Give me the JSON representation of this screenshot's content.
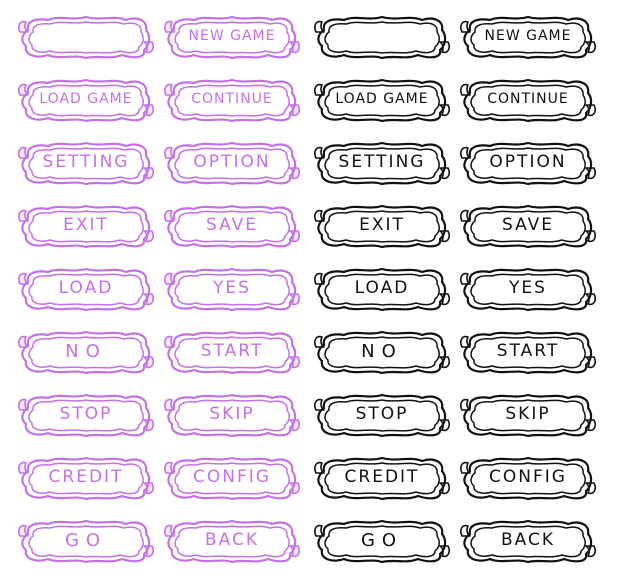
{
  "colors": {
    "purple": "#c372e6",
    "black": "#111111"
  },
  "sets": [
    {
      "name": "purple-set",
      "theme": "purple",
      "columns": [
        [
          "",
          "LOAD GAME",
          "SETTING",
          "EXIT",
          "LOAD",
          "NO",
          "STOP",
          "CREDIT",
          "GO"
        ],
        [
          "NEW GAME",
          "CONTINUE",
          "OPTION",
          "SAVE",
          "YES",
          "START",
          "SKIP",
          "CONFIG",
          "BACK"
        ]
      ]
    },
    {
      "name": "black-set",
      "theme": "black",
      "columns": [
        [
          "",
          "LOAD GAME",
          "SETTING",
          "EXIT",
          "LOAD",
          "NO",
          "STOP",
          "CREDIT",
          "GO"
        ],
        [
          "NEW GAME",
          "CONTINUE",
          "OPTION",
          "SAVE",
          "YES",
          "START",
          "SKIP",
          "CONFIG",
          "BACK"
        ]
      ]
    }
  ]
}
